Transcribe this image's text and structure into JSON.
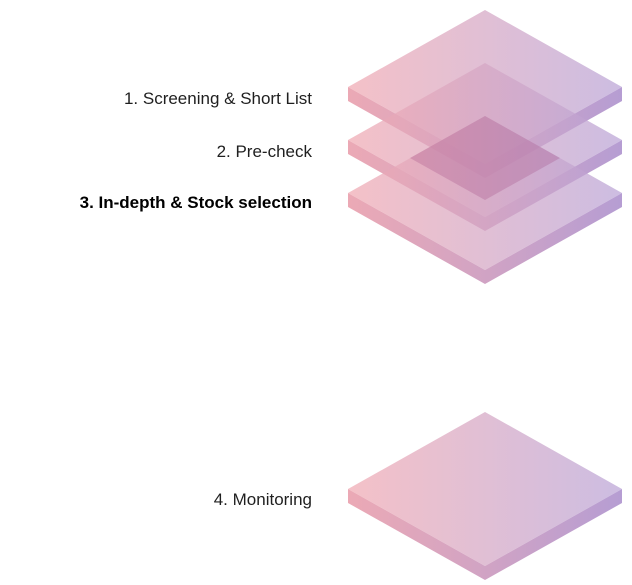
{
  "steps": [
    {
      "label": "1. Screening & Short List",
      "active": false
    },
    {
      "label": "2. Pre-check",
      "active": false
    },
    {
      "label": "3. In-depth & Stock selection",
      "active": true
    },
    {
      "label": "4. Monitoring",
      "active": false
    }
  ],
  "colors": {
    "gradient_left": "#f0a9b2",
    "gradient_right": "#b9a3d6",
    "overlap_tint": "#9d3f7c",
    "side_left": "#e89aa8",
    "side_right": "#a98ccb"
  }
}
